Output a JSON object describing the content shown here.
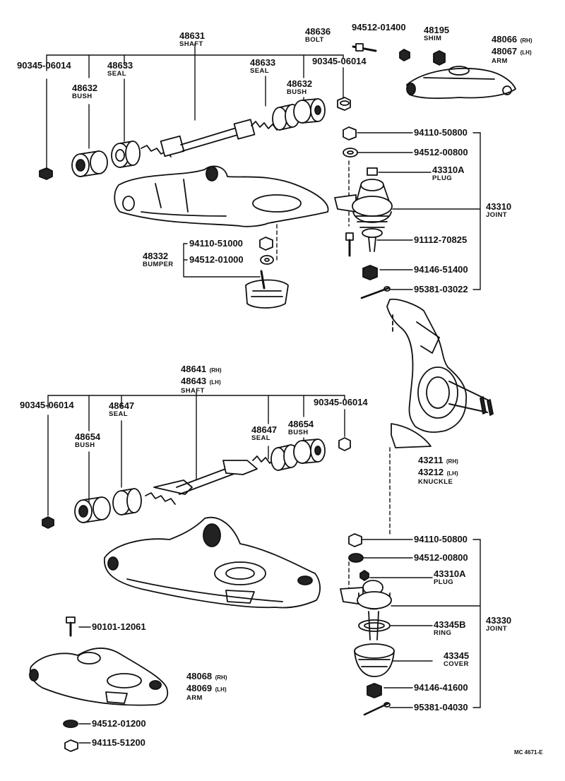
{
  "diagram": {
    "code": "MC 4671-E"
  },
  "upper_arm_assembly": {
    "shaft": {
      "num": "48631",
      "desc": "SHAFT"
    },
    "bolt": {
      "num": "48636",
      "desc": "BOLT"
    },
    "bolt_nut": "94512-01400",
    "shim": {
      "num": "48195",
      "desc": "SHIM"
    },
    "arm": {
      "num_rh": "48066",
      "rh": "(RH)",
      "num_lh": "48067",
      "lh": "(LH)",
      "desc": "ARM"
    },
    "grease_fitting_left": "90345-06014",
    "grease_fitting_right": "90345-06014",
    "seal_left": {
      "num": "48633",
      "desc": "SEAL"
    },
    "seal_right": {
      "num": "48633",
      "desc": "SEAL"
    },
    "bush_left": {
      "num": "48632",
      "desc": "BUSH"
    },
    "bush_right": {
      "num": "48632",
      "desc": "BUSH"
    },
    "bumper": {
      "num": "48332",
      "desc": "BUMPER"
    },
    "bumper_nut": "94110-51000",
    "bumper_washer": "94512-01000"
  },
  "upper_joint": {
    "nut": "94110-50800",
    "washer": "94512-00800",
    "plug": {
      "num": "43310A",
      "desc": "PLUG"
    },
    "joint": {
      "num": "43310",
      "desc": "JOINT"
    },
    "bolt": "91112-70825",
    "castle_nut": "94146-51400",
    "cotter_pin": "95381-03022"
  },
  "knuckle": {
    "num_rh": "43211",
    "rh": "(RH)",
    "num_lh": "43212",
    "lh": "(LH)",
    "desc": "KNUCKLE"
  },
  "lower_arm_assembly": {
    "shaft": {
      "num_rh": "48641",
      "rh": "(RH)",
      "num_lh": "48643",
      "lh": "(LH)",
      "desc": "SHAFT"
    },
    "grease_fitting_left": "90345-06014",
    "grease_fitting_right": "90345-06014",
    "seal_left": {
      "num": "48647",
      "desc": "SEAL"
    },
    "seal_right": {
      "num": "48647",
      "desc": "SEAL"
    },
    "bush_left": {
      "num": "48654",
      "desc": "BUSH"
    },
    "bush_right": {
      "num": "48654",
      "desc": "BUSH"
    },
    "bolt": "90101-12061",
    "arm": {
      "num_rh": "48068",
      "rh": "(RH)",
      "num_lh": "48069",
      "lh": "(LH)",
      "desc": "ARM"
    },
    "washer": "94512-01200",
    "nut": "94115-51200"
  },
  "lower_joint": {
    "nut": "94110-50800",
    "washer": "94512-00800",
    "plug": {
      "num": "43310A",
      "desc": "PLUG"
    },
    "ring": {
      "num": "43345B",
      "desc": "RING"
    },
    "cover": {
      "num": "43345",
      "desc": "COVER"
    },
    "joint": {
      "num": "43330",
      "desc": "JOINT"
    },
    "castle_nut": "94146-41600",
    "cotter_pin": "95381-04030"
  }
}
